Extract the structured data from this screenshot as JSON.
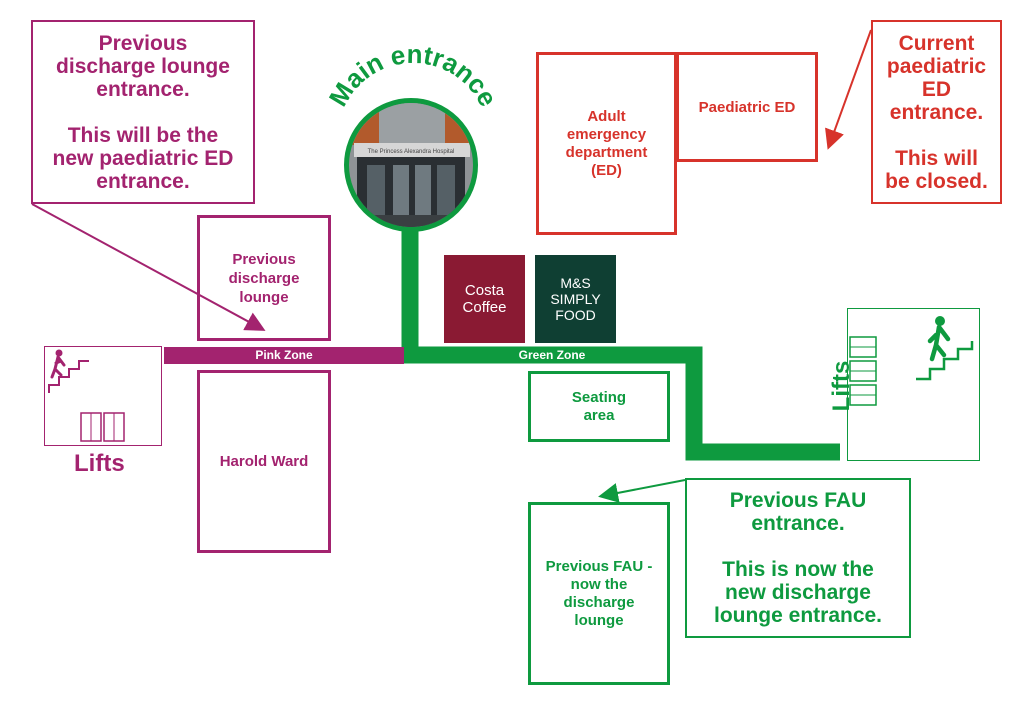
{
  "colors": {
    "pink": "#a3236f",
    "green": "#0e9a3f",
    "red": "#d7332b",
    "costa": "#8a1a33",
    "ms": "#0f3f33"
  },
  "callouts": {
    "prev_discharge_entrance": "Previous\ndischarge lounge\nentrance.\n\nThis will be the\nnew paediatric ED\nentrance.",
    "current_paed_entrance": "Current\npaediatric\nED\nentrance.\n\nThis will\nbe closed.",
    "prev_fau_entrance": "Previous FAU\nentrance.\n\nThis is now the\nnew discharge\nlounge entrance."
  },
  "main_entrance": {
    "label": "Main entrance",
    "sign_text": "The Princess Alexandra Hospital"
  },
  "rooms": {
    "adult_ed": "Adult\nemergency\ndepartment\n(ED)",
    "paediatric_ed": "Paediatric ED",
    "prev_discharge_lounge": "Previous\ndischarge\nlounge",
    "harold_ward": "Harold Ward",
    "seating_area": "Seating\narea",
    "prev_fau": "Previous FAU -\nnow the\ndischarge\nlounge"
  },
  "shops": {
    "costa": "Costa\nCoffee",
    "ms": "M&S\nSIMPLY\nFOOD"
  },
  "zones": {
    "pink": "Pink Zone",
    "green": "Green Zone"
  },
  "lifts": {
    "left": "Lifts",
    "right": "Lifts"
  },
  "icons": {
    "stairs": "stairs-person-icon",
    "lift": "lift-icon"
  }
}
